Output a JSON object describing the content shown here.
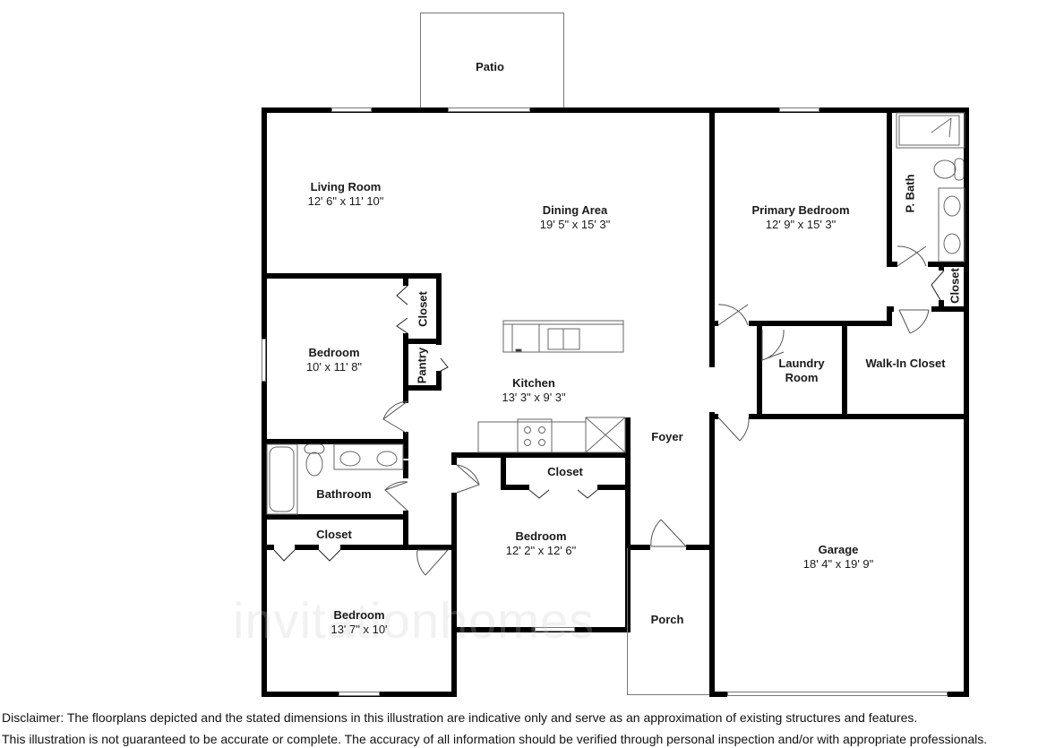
{
  "floorplan": {
    "rooms": [
      {
        "id": "patio",
        "name": "Patio",
        "dims": ""
      },
      {
        "id": "living",
        "name": "Living Room",
        "dims": "12' 6\" x 11' 10\""
      },
      {
        "id": "dining",
        "name": "Dining Area",
        "dims": "19' 5\" x 15' 3\""
      },
      {
        "id": "primary",
        "name": "Primary Bedroom",
        "dims": "12' 9\" x 15' 3\""
      },
      {
        "id": "pbath",
        "name": "P. Bath",
        "dims": ""
      },
      {
        "id": "pcloset",
        "name": "Closet",
        "dims": ""
      },
      {
        "id": "bed1",
        "name": "Bedroom",
        "dims": "10' x 11' 8\""
      },
      {
        "id": "closet1",
        "name": "Closet",
        "dims": ""
      },
      {
        "id": "pantry",
        "name": "Pantry",
        "dims": ""
      },
      {
        "id": "kitchen",
        "name": "Kitchen",
        "dims": "13' 3\" x 9' 3\""
      },
      {
        "id": "laundry",
        "name": "Laundry Room",
        "line1": "Laundry",
        "line2": "Room",
        "dims": ""
      },
      {
        "id": "walkin",
        "name": "Walk-In Closet",
        "dims": ""
      },
      {
        "id": "foyer",
        "name": "Foyer",
        "dims": ""
      },
      {
        "id": "bathroom",
        "name": "Bathroom",
        "dims": ""
      },
      {
        "id": "closet2",
        "name": "Closet",
        "dims": ""
      },
      {
        "id": "closet3",
        "name": "Closet",
        "dims": ""
      },
      {
        "id": "bed2",
        "name": "Bedroom",
        "dims": "12' 2\" x 12' 6\""
      },
      {
        "id": "garage",
        "name": "Garage",
        "dims": "18' 4\" x 19' 9\""
      },
      {
        "id": "porch",
        "name": "Porch",
        "dims": ""
      },
      {
        "id": "bed3",
        "name": "Bedroom",
        "dims": "13' 7\" x 10'"
      }
    ],
    "watermark": "invitationhomes",
    "colors": {
      "wall": "#000000",
      "fixture": "#777777",
      "background": "#ffffff"
    }
  },
  "disclaimer": {
    "line1": "Disclaimer: The floorplans depicted and the stated dimensions in this illustration are indicative only and serve as an approximation of existing structures and features.",
    "line2": "This illustration is not guaranteed to be accurate or complete. The accuracy of all information should be verified through personal inspection and/or with appropriate professionals."
  }
}
